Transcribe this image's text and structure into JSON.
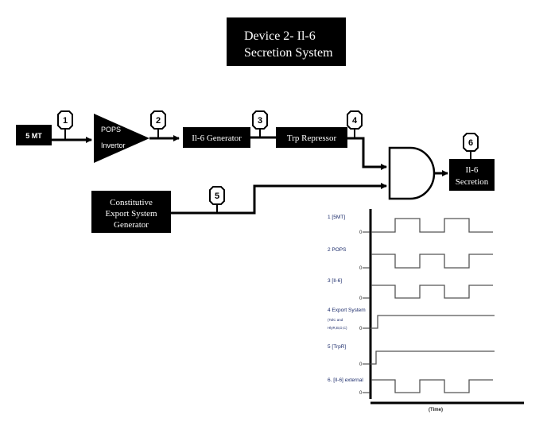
{
  "title": {
    "line1": "Device 2- Il-6",
    "line2": "Secretion System"
  },
  "blocks": {
    "input": "5 MT",
    "inverter_line1": "POPS",
    "inverter_line2": "Invertor",
    "generator": "Il-6 Generator",
    "repressor": "Trp Repressor",
    "output_line1": "Il-6",
    "output_line2": "Secretion",
    "export_line1": "Constitutive",
    "export_line2": "Export System",
    "export_line3": "Generator"
  },
  "markers": [
    "1",
    "2",
    "3",
    "4",
    "5",
    "6"
  ],
  "gate_type": "AND",
  "timing": {
    "zero_label": "0",
    "time_label": "(Time)",
    "traces": [
      {
        "label": "1 [5MT]",
        "levels": [
          0,
          1,
          0,
          1,
          0
        ]
      },
      {
        "label": "2 POPS",
        "levels": [
          1,
          0,
          1,
          0,
          1
        ]
      },
      {
        "label": "3 [Il-6]",
        "levels": [
          1,
          0,
          1,
          0,
          1
        ]
      },
      {
        "label": "4  Export System",
        "sublabel1": "(TolC and",
        "sublabel2": "HlyR,B,D,C)",
        "levels": "step-up"
      },
      {
        "label": "5 [TrpR]",
        "levels": "step-up"
      },
      {
        "label": "6. [Il-6] external",
        "levels": [
          1,
          0,
          1,
          0,
          1
        ]
      }
    ]
  }
}
